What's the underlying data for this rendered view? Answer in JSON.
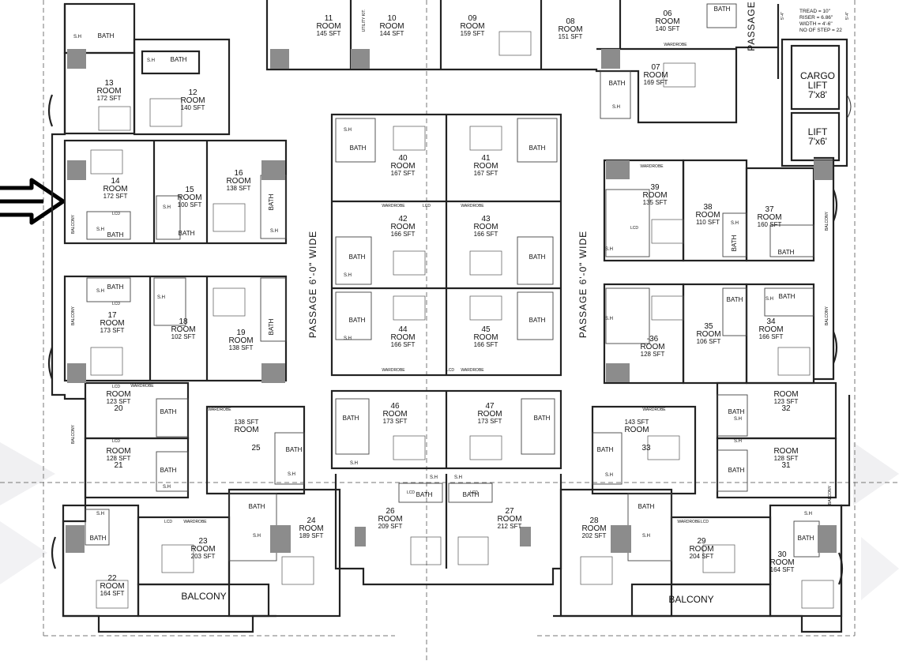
{
  "labels": {
    "room": "ROOM",
    "bath": "BATH",
    "sh": "S.H",
    "wardrobe": "WARDROBE",
    "lcd": "LCD",
    "balcony": "BALCONY",
    "kit": "UTILITY KIT."
  },
  "passages": [
    {
      "id": "passage-left",
      "text": "PASSAGE 6'-0\" WIDE"
    },
    {
      "id": "passage-right",
      "text": "PASSAGE 6'-0\" WIDE"
    },
    {
      "id": "passage-top",
      "text": "PASSAGE"
    }
  ],
  "lifts": {
    "cargo_line1": "CARGO",
    "cargo_line2": "LIFT",
    "cargo_size": "7'x8'",
    "lift_line1": "LIFT",
    "lift_size": "7'x6'"
  },
  "stair_notes": [
    "TREAD = 10\"",
    "RISER = 6.86\"",
    "WIDTH = 4'-6\"",
    "NO OF STEP = 22"
  ],
  "dimension_notes": [
    "5'-4\"",
    "5'-4\""
  ],
  "rooms": [
    {
      "num": "11",
      "word": "ROOM",
      "area": "145 SFT"
    },
    {
      "num": "10",
      "word": "ROOM",
      "area": "144 SFT"
    },
    {
      "num": "09",
      "word": "ROOM",
      "area": "159 SFT"
    },
    {
      "num": "08",
      "word": "ROOM",
      "area": "151 SFT"
    },
    {
      "num": "06",
      "word": "ROOM",
      "area": "140 SFT"
    },
    {
      "num": "07",
      "word": "ROOM",
      "area": "169 SFT"
    },
    {
      "num": "13",
      "word": "ROOM",
      "area": "172 SFT"
    },
    {
      "num": "12",
      "word": "ROOM",
      "area": "140 SFT"
    },
    {
      "num": "14",
      "word": "ROOM",
      "area": "172 SFT"
    },
    {
      "num": "15",
      "word": "ROOM",
      "area": "100 SFT"
    },
    {
      "num": "16",
      "word": "ROOM",
      "area": "138 SFT"
    },
    {
      "num": "17",
      "word": "ROOM",
      "area": "173 SFT"
    },
    {
      "num": "18",
      "word": "ROOM",
      "area": "102 SFT"
    },
    {
      "num": "19",
      "word": "ROOM",
      "area": "138 SFT"
    },
    {
      "num": "20",
      "word": "ROOM",
      "area": "123 SFT"
    },
    {
      "num": "21",
      "word": "ROOM",
      "area": "128 SFT"
    },
    {
      "num": "25",
      "word": "ROOM",
      "area": "138 SFT"
    },
    {
      "num": "22",
      "word": "ROOM",
      "area": "164 SFT"
    },
    {
      "num": "23",
      "word": "ROOM",
      "area": "203 SFT"
    },
    {
      "num": "24",
      "word": "ROOM",
      "area": "189 SFT"
    },
    {
      "num": "26",
      "word": "ROOM",
      "area": "209 SFT"
    },
    {
      "num": "27",
      "word": "ROOM",
      "area": "212 SFT"
    },
    {
      "num": "28",
      "word": "ROOM",
      "area": "202 SFT"
    },
    {
      "num": "29",
      "word": "ROOM",
      "area": "204 SFT"
    },
    {
      "num": "30",
      "word": "ROOM",
      "area": "164 SFT"
    },
    {
      "num": "31",
      "word": "ROOM",
      "area": "128 SFT"
    },
    {
      "num": "32",
      "word": "ROOM",
      "area": "123 SFT"
    },
    {
      "num": "33",
      "word": "ROOM",
      "area": "143 SFT"
    },
    {
      "num": "34",
      "word": "ROOM",
      "area": "166 SFT"
    },
    {
      "num": "35",
      "word": "ROOM",
      "area": "106 SFT"
    },
    {
      "num": "-36",
      "word": "ROOM",
      "area": "128 SFT"
    },
    {
      "num": "37",
      "word": "ROOM",
      "area": "160 SFT"
    },
    {
      "num": "38",
      "word": "ROOM",
      "area": "110 SFT"
    },
    {
      "num": "39",
      "word": "ROOM",
      "area": "135 SFT"
    },
    {
      "num": "40",
      "word": "ROOM",
      "area": "167 SFT"
    },
    {
      "num": "41",
      "word": "ROOM",
      "area": "167 SFT"
    },
    {
      "num": "42",
      "word": "ROOM",
      "area": "166 SFT"
    },
    {
      "num": "43",
      "word": "ROOM",
      "area": "166 SFT"
    },
    {
      "num": "44",
      "word": "ROOM",
      "area": "166 SFT"
    },
    {
      "num": "45",
      "word": "ROOM",
      "area": "166 SFT"
    },
    {
      "num": "46",
      "word": "ROOM",
      "area": "173 SFT"
    },
    {
      "num": "47",
      "word": "ROOM",
      "area": "173 SFT"
    }
  ]
}
